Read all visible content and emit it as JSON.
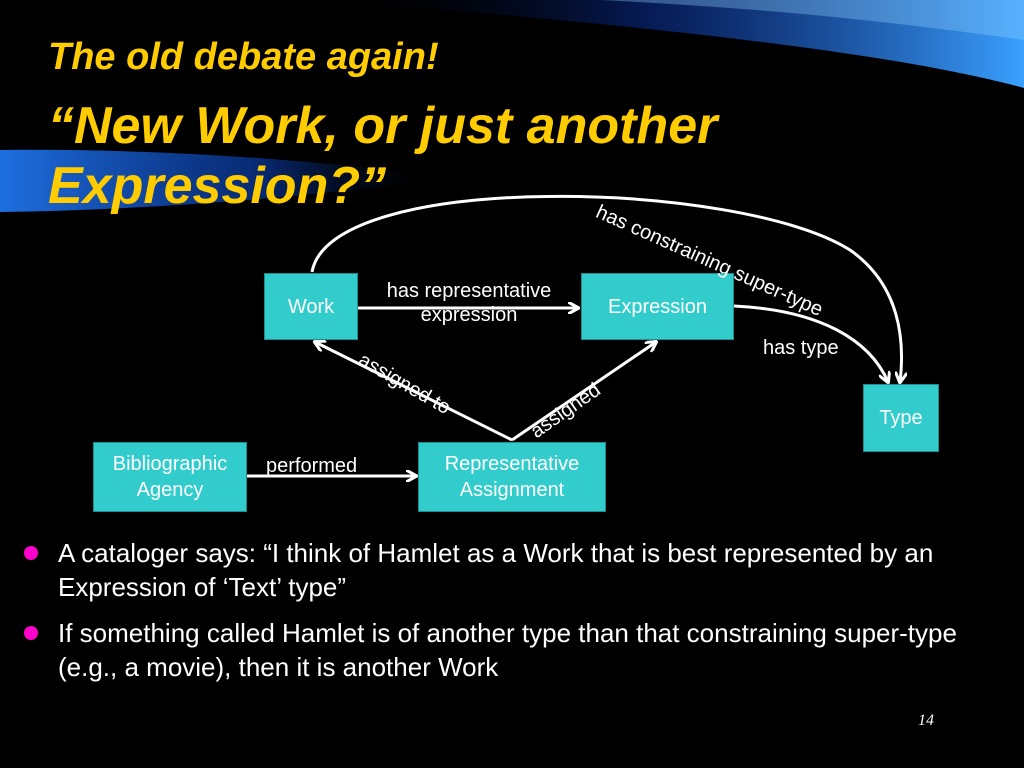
{
  "title": {
    "line1": "The old debate again!",
    "line2a": "“New Work, or just another",
    "line2b": "Expression?”"
  },
  "diagram": {
    "nodes": {
      "work": "Work",
      "expression": "Expression",
      "type": "Type",
      "agency_l1": "Bibliographic",
      "agency_l2": "Agency",
      "assignment_l1": "Representative",
      "assignment_l2": "Assignment"
    },
    "edges": {
      "constraining": "has constraining super-type",
      "representative_l1": "has representative",
      "representative_l2": "expression",
      "has_type": "has type",
      "assigned_to": "assigned to",
      "assigned": "assigned",
      "performed": "performed"
    },
    "colors": {
      "box": "#33cccc",
      "title": "#ffcc00",
      "bullet": "#ff00cc"
    }
  },
  "bullets": [
    "A cataloger says: “I think of Hamlet as a Work that is best represented by an Expression of ‘Text’ type”",
    "If something called Hamlet is of another type than that constraining super-type (e.g., a movie), then it is another Work"
  ],
  "page_number": "14"
}
